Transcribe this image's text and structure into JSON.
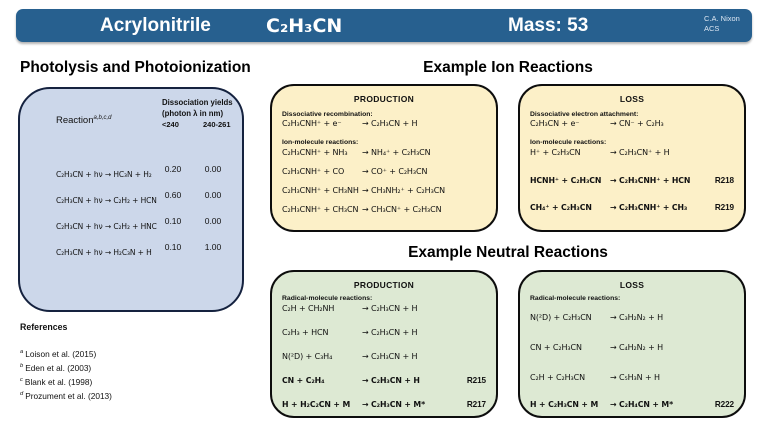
{
  "colors": {
    "header_bar": "#27608F",
    "photolysis_fill": "#CCD7EA",
    "ion_fill": "#FCF0C8",
    "neutral_fill": "#DDE9D3"
  },
  "header": {
    "title": "Acrylonitrile",
    "formula": "C₂H₃CN",
    "mass_label": "Mass: 53",
    "credit_line1": "C.A. Nixon",
    "credit_line2": "ACS"
  },
  "photolysis": {
    "heading": "Photolysis and Photoionization",
    "reaction_label": "Reaction",
    "reaction_note": "a,b,c,d",
    "col_header_line1": "Dissociation yields",
    "col_header_line2": "(photon λ in nm)",
    "col1": "<240",
    "col2": "240-261",
    "rows": [
      {
        "eq": "C₂H₃CN + hν → HC₃N + H₂",
        "y1": "0.20",
        "y2": "0.00"
      },
      {
        "eq": "C₂H₃CN + hν → C₂H₂ + HCN",
        "y1": "0.60",
        "y2": "0.00"
      },
      {
        "eq": "C₂H₃CN + hν → C₂H₂ + HNC",
        "y1": "0.10",
        "y2": "0.00"
      },
      {
        "eq": "C₂H₃CN + hν → H₂C₃N + H",
        "y1": "0.10",
        "y2": "1.00"
      }
    ]
  },
  "references": {
    "heading": "References",
    "items": [
      {
        "sup": "a",
        "text": "Loison et al. (2015)"
      },
      {
        "sup": "b",
        "text": "Eden et al. (2003)"
      },
      {
        "sup": "c",
        "text": "Blank et al. (1998)"
      },
      {
        "sup": "d",
        "text": "Prozument et al. (2013)"
      }
    ]
  },
  "ion": {
    "heading": "Example Ion Reactions",
    "production": {
      "title": "PRODUCTION",
      "label1": "Dissociative recombination:",
      "dr": {
        "lhs": "C₂H₃CNH⁺ + e⁻",
        "rhs": "→ C₂H₃CN + H"
      },
      "label2": "Ion-molecule reactions:",
      "rows": [
        {
          "lhs": "C₂H₃CNH⁺ + NH₃",
          "rhs": "→ NH₄⁺ + C₂H₃CN"
        },
        {
          "lhs": "C₂H₃CNH⁺ + CO",
          "rhs": "→ CO⁺ + C₂H₃CN"
        },
        {
          "lhs": "C₂H₃CNH⁺ + CH₃NH",
          "rhs": "→ CH₃NH₂⁺ + C₂H₃CN"
        },
        {
          "lhs": "C₂H₃CNH⁺ + CH₃CN",
          "rhs": "→ CH₃CN⁺ + C₂H₃CN"
        }
      ]
    },
    "loss": {
      "title": "LOSS",
      "label1": "Dissociative electron attachment:",
      "dea": {
        "lhs": "C₂H₃CN + e⁻",
        "rhs": "→ CN⁻ + C₂H₃"
      },
      "label2": "Ion-molecule reactions:",
      "rows": [
        {
          "lhs": "H⁺ + C₂H₃CN",
          "rhs": "→ C₂H₃CN⁺ + H",
          "ref": ""
        },
        {
          "lhs": "HCNH⁺ + C₂H₃CN",
          "rhs": "→ C₂H₃CNH⁺ + HCN",
          "ref": "R218"
        },
        {
          "lhs": "CH₄⁺ + C₂H₃CN",
          "rhs": "→ C₂H₃CNH⁺ + CH₃",
          "ref": "R219"
        }
      ]
    }
  },
  "neutral": {
    "heading": "Example Neutral Reactions",
    "production": {
      "title": "PRODUCTION",
      "label": "Radical-molecule reactions:",
      "rows": [
        {
          "lhs": "C₂H + CH₂NH",
          "rhs": "→ C₂H₃CN + H",
          "ref": ""
        },
        {
          "lhs": "C₂H₃ + HCN",
          "rhs": "→ C₂H₃CN + H",
          "ref": ""
        },
        {
          "lhs": "N(²D) + C₃H₄",
          "rhs": "→ C₂H₃CN + H",
          "ref": ""
        },
        {
          "lhs": "CN + C₂H₄",
          "rhs": "→ C₂H₃CN + H",
          "ref": "R215"
        },
        {
          "lhs": "H + H₂C₂CN + M",
          "rhs": "→ C₂H₃CN + M*",
          "ref": "R217"
        }
      ]
    },
    "loss": {
      "title": "LOSS",
      "label": "Radical-molecule reactions:",
      "rows": [
        {
          "lhs": "N(²D) + C₂H₃CN",
          "rhs": "→ C₃H₂N₂ + H",
          "ref": ""
        },
        {
          "lhs": "CN + C₂H₃CN",
          "rhs": "→ C₄H₂N₂ + H",
          "ref": ""
        },
        {
          "lhs": "C₂H + C₂H₃CN",
          "rhs": "→ C₅H₃N + H",
          "ref": ""
        },
        {
          "lhs": "H + C₂H₃CN + M",
          "rhs": "→ C₂H₄CN + M*",
          "ref": "R222"
        }
      ]
    }
  }
}
